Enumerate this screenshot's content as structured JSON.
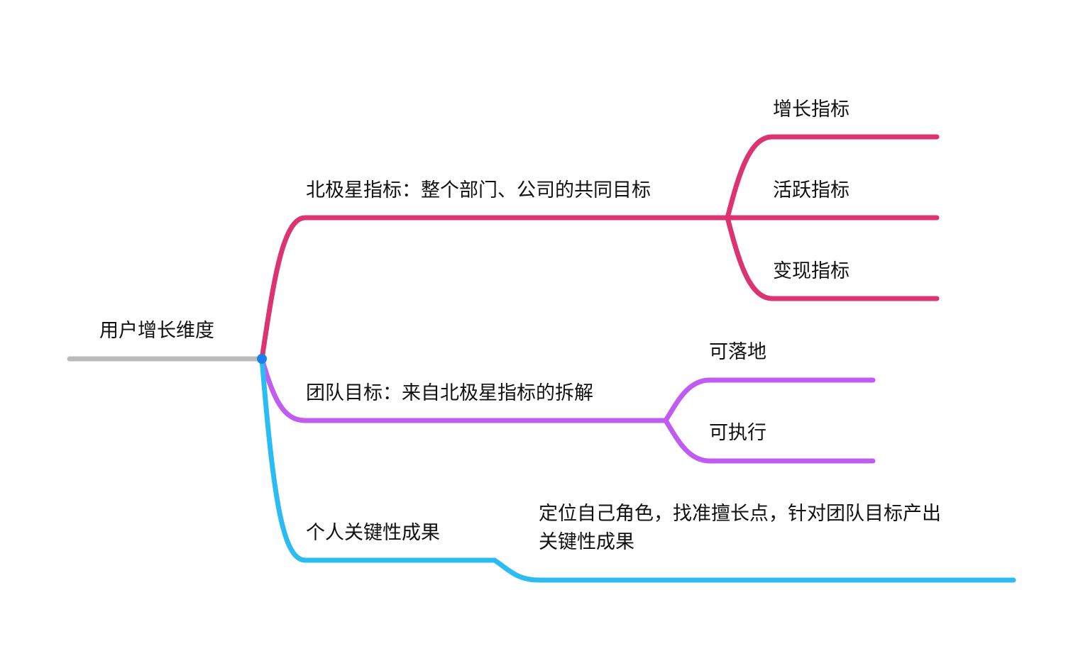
{
  "colors": {
    "root": "#bbbbbb",
    "pink": "#dc3470",
    "purple": "#c05cf0",
    "cyan": "#2cbcf4",
    "node": "#1a7ff0"
  },
  "root": {
    "label": "用户增长维度"
  },
  "branches": [
    {
      "label": "北极星指标：整个部门、公司的共同目标",
      "children": [
        {
          "label": "增长指标"
        },
        {
          "label": "活跃指标"
        },
        {
          "label": "变现指标"
        }
      ]
    },
    {
      "label": "团队目标：来自北极星指标的拆解",
      "children": [
        {
          "label": "可落地"
        },
        {
          "label": "可执行"
        }
      ]
    },
    {
      "label": "个人关键性成果",
      "children": [
        {
          "label_line1": "定位自己角色，找准擅长点，针对团队目标产出",
          "label_line2": "关键性成果"
        }
      ]
    }
  ]
}
